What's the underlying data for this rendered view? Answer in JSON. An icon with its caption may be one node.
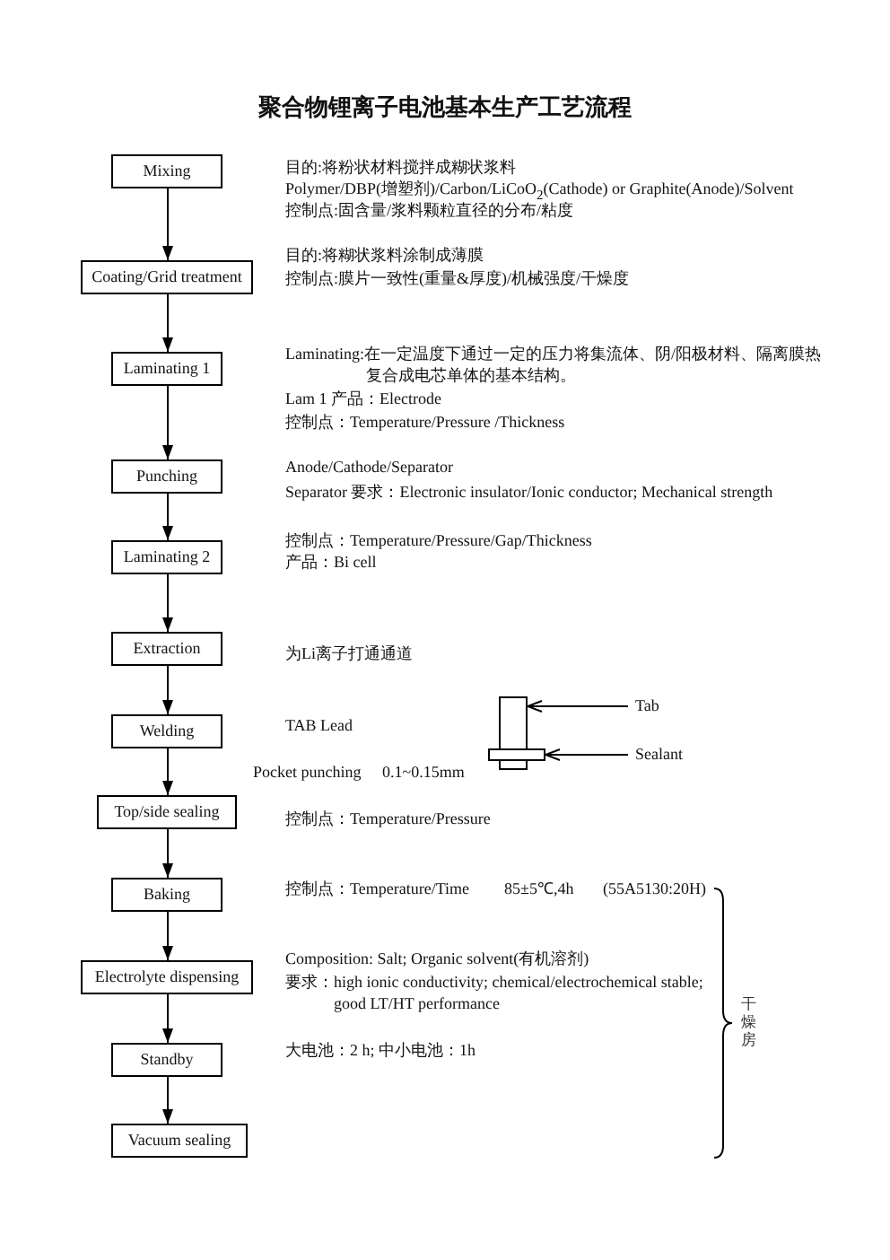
{
  "diagram": {
    "title": "聚合物锂离子电池基本生产工艺流程",
    "nodes": [
      {
        "text": [
          "Mixing"
        ]
      },
      {
        "text": [
          "Coating/Grid treatment"
        ]
      },
      {
        "text": [
          "Laminating 1"
        ]
      },
      {
        "text": [
          "Punching"
        ]
      },
      {
        "text": [
          "Laminating 2"
        ]
      },
      {
        "text": [
          "Extraction"
        ]
      },
      {
        "text": [
          "Welding"
        ]
      },
      {
        "text": [
          "Top/side sealing"
        ]
      },
      {
        "text": [
          "Baking"
        ]
      },
      {
        "text": [
          "Electrolyte dispensing"
        ]
      },
      {
        "text": [
          "Standby"
        ]
      },
      {
        "text": [
          "Vacuum sealing"
        ]
      },
      {
        "text": [],
        "shape": "box"
      },
      {
        "text": [],
        "shape": "box"
      },
      {
        "text": [
          "Tab"
        ]
      },
      {
        "text": [
          "Sealant"
        ]
      }
    ],
    "edges": [
      {
        "from": 0,
        "to": 1,
        "arrow": "to"
      },
      {
        "from": 1,
        "to": 2,
        "arrow": "to"
      },
      {
        "from": 2,
        "to": 3,
        "arrow": "to"
      },
      {
        "from": 3,
        "to": 4,
        "arrow": "to"
      },
      {
        "from": 4,
        "to": 5,
        "arrow": "to"
      },
      {
        "from": 5,
        "to": 6,
        "arrow": "to"
      },
      {
        "from": 6,
        "to": 7,
        "arrow": "to"
      },
      {
        "from": 7,
        "to": 8,
        "arrow": "to"
      },
      {
        "from": 8,
        "to": 9,
        "arrow": "to"
      },
      {
        "from": 9,
        "to": 10,
        "arrow": "to"
      },
      {
        "from": 10,
        "to": 11,
        "arrow": "to"
      },
      {
        "from": 14,
        "to": 12,
        "arrow": "to"
      },
      {
        "from": 15,
        "to": 13,
        "arrow": "to"
      }
    ],
    "labels": [
      "目的:将粉状材料搅拌成糊状浆料",
      "Polymer/DBP(增塑剂)/Carbon/LiCoO$_{2}$(Cathode) or Graphite(Anode)/Solvent",
      "控制点:固含量/浆料颗粒直径的分布/粘度",
      "目的:将糊状浆料涂制成薄膜",
      "控制点:膜片一致性(重量&厚度)/机械强度/干燥度",
      "Laminating:在一定温度下通过一定的压力将集流体、阴/阳极材料、隔离膜热复合成电芯单体的基本结构。",
      "Lam 1 产品：Electrode",
      "控制点：Temperature/Pressure /Thickness",
      "Anode/Cathode/Separator",
      "Separator 要求：Electronic insulator/Ionic conductor; Mechanical strength",
      "控制点：Temperature/Pressure/Gap/Thickness",
      "产品：Bi cell",
      "为Li离子打通通道",
      "TAB Lead",
      "Pocket punching",
      "0.1~0.15mm",
      "控制点：Temperature/Pressure",
      "控制点：Temperature/Time",
      "85±5℃,4h",
      "(55A5130:20H)",
      "Composition: Salt; Organic solvent(有机溶剂)",
      "要求：high ionic conductivity; chemical/electrochemical stable; good LT/HT performance",
      "大电池：2 h; 中小电池：1h",
      "干燥房"
    ]
  }
}
